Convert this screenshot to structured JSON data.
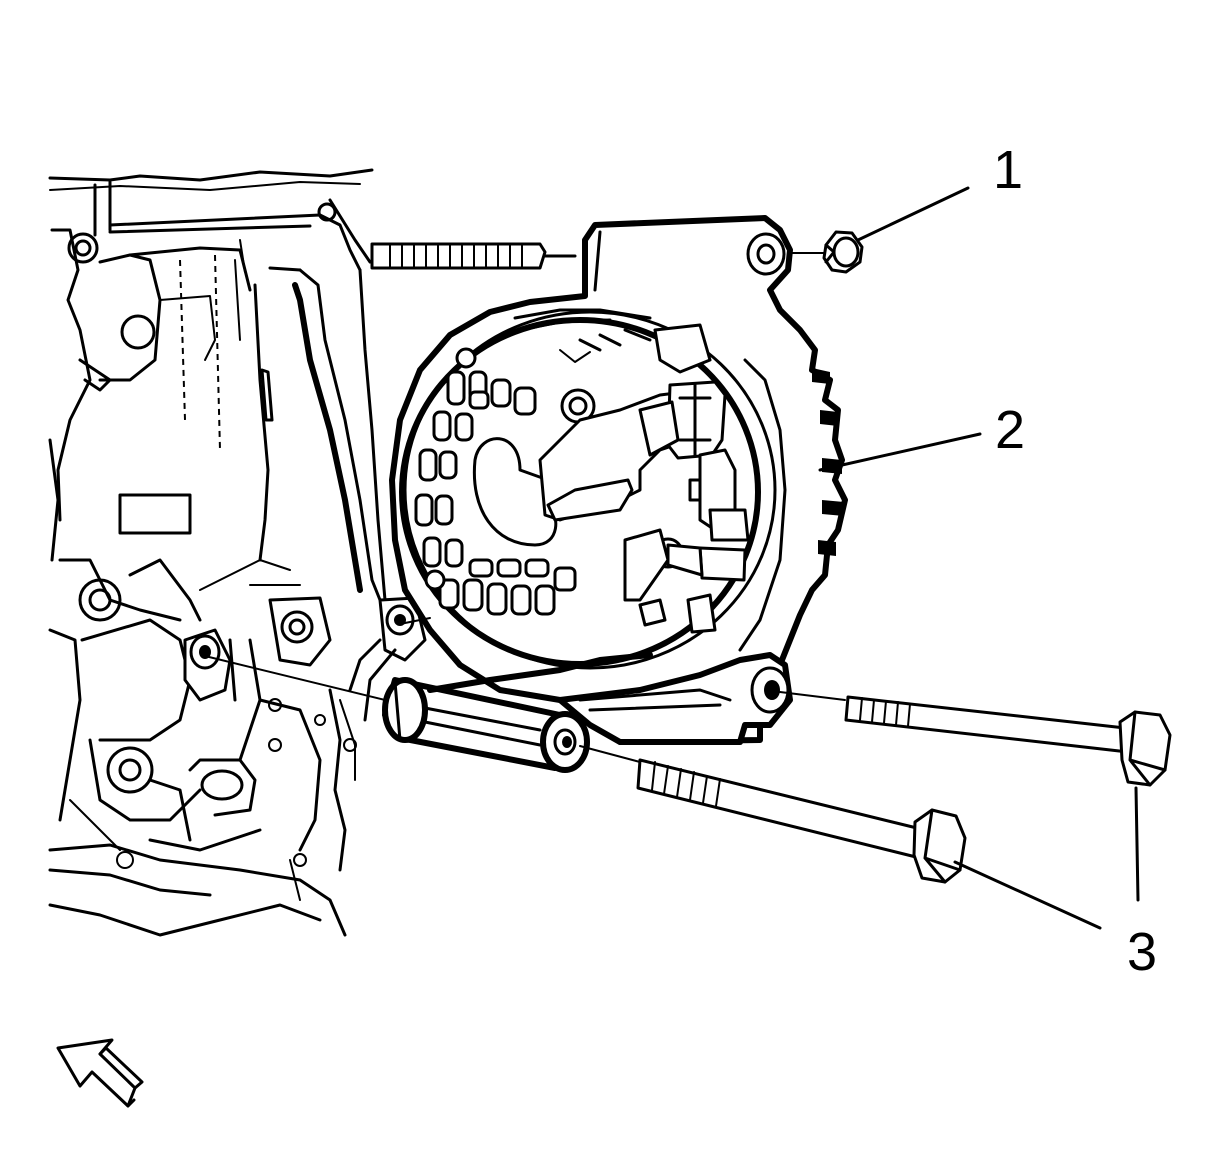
{
  "callouts": [
    {
      "id": "1",
      "label": "1",
      "part": "alternator-nut"
    },
    {
      "id": "2",
      "label": "2",
      "part": "alternator"
    },
    {
      "id": "3",
      "label": "3",
      "part": "alternator-bolts"
    }
  ],
  "icons": {
    "view_direction": "view-direction-arrow-icon"
  },
  "colors": {
    "line": "#000000",
    "background": "#ffffff"
  }
}
